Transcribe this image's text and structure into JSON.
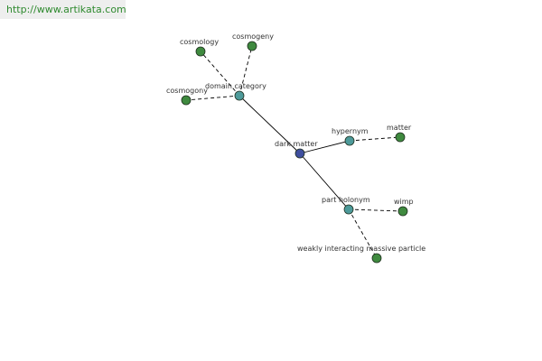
{
  "source_link": "http://www.artikata.com",
  "colors": {
    "center_node": "#3f4f9f",
    "relation_node": "#4d9a9a",
    "leaf_node": "#3f8a3f",
    "banner_text": "#2f8a2f",
    "banner_bg": "#eeeeee"
  },
  "nodes": {
    "dark_matter": {
      "label": "dark matter",
      "kind": "center"
    },
    "domain_category": {
      "label": "domain category",
      "kind": "relation"
    },
    "hypernym": {
      "label": "hypernym",
      "kind": "relation"
    },
    "part_holonym": {
      "label": "part holonym",
      "kind": "relation"
    },
    "cosmology": {
      "label": "cosmology",
      "kind": "leaf"
    },
    "cosmogeny": {
      "label": "cosmogeny",
      "kind": "leaf"
    },
    "cosmogony": {
      "label": "cosmogony",
      "kind": "leaf"
    },
    "matter": {
      "label": "matter",
      "kind": "leaf"
    },
    "wimp": {
      "label": "wimp",
      "kind": "leaf"
    },
    "weakly_interacting_massive_particle": {
      "label": "weakly interacting massive particle",
      "kind": "leaf"
    }
  },
  "edges": [
    {
      "from": "dark_matter",
      "to": "domain_category",
      "style": "solid"
    },
    {
      "from": "dark_matter",
      "to": "hypernym",
      "style": "solid"
    },
    {
      "from": "dark_matter",
      "to": "part_holonym",
      "style": "solid"
    },
    {
      "from": "domain_category",
      "to": "cosmology",
      "style": "dashed"
    },
    {
      "from": "domain_category",
      "to": "cosmogeny",
      "style": "dashed"
    },
    {
      "from": "domain_category",
      "to": "cosmogony",
      "style": "dashed"
    },
    {
      "from": "hypernym",
      "to": "matter",
      "style": "dashed"
    },
    {
      "from": "part_holonym",
      "to": "wimp",
      "style": "dashed"
    },
    {
      "from": "part_holonym",
      "to": "weakly_interacting_massive_particle",
      "style": "dashed"
    }
  ]
}
